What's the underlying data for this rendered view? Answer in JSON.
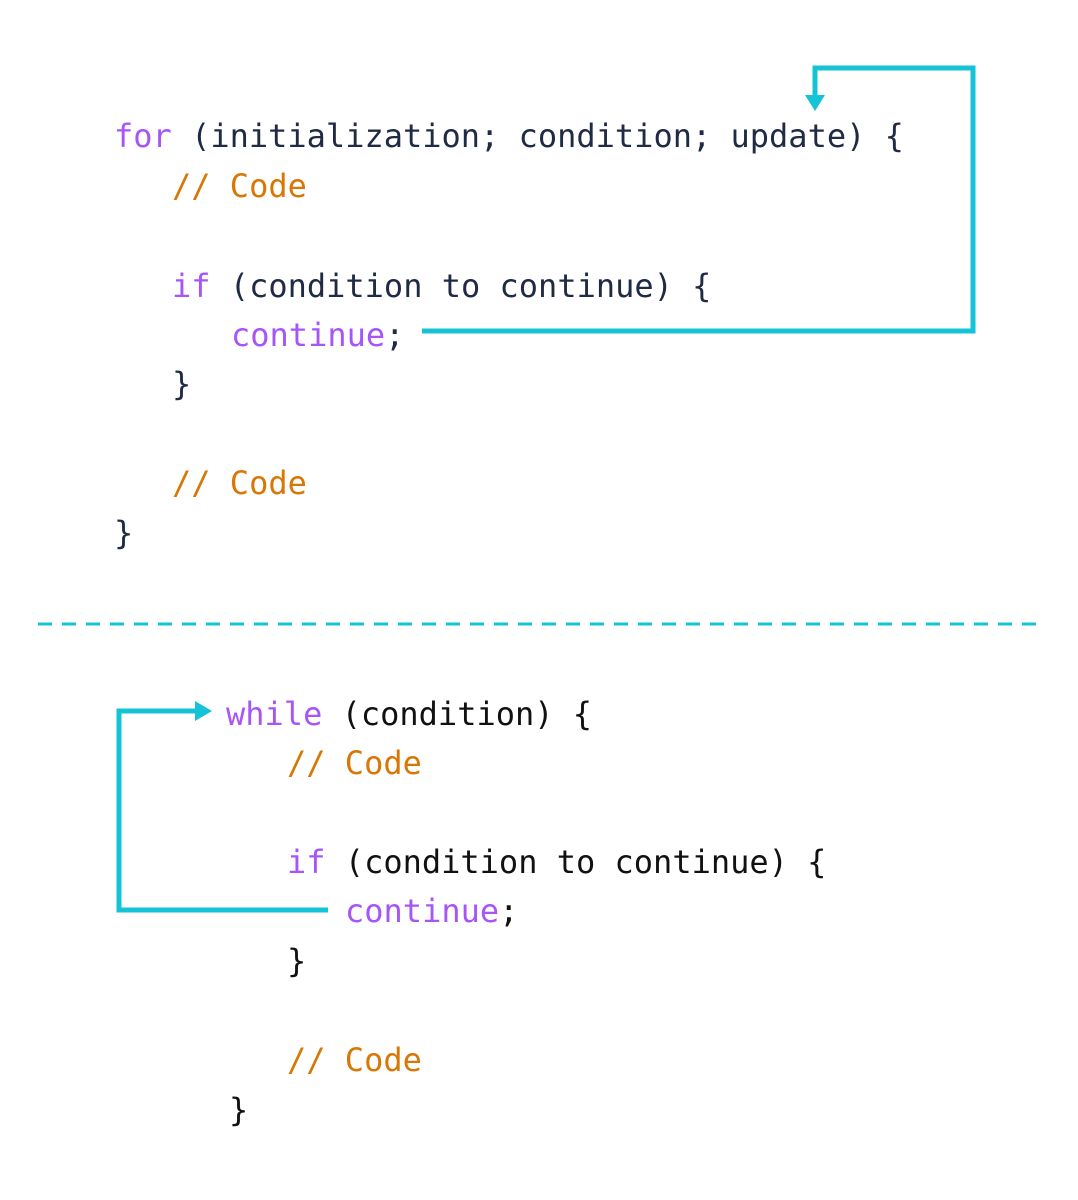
{
  "colors": {
    "keyword": "#a855f7",
    "comment": "#d97706",
    "code_for": "#1f2a44",
    "code_while": "#111111",
    "arrow": "#14c3d6",
    "divider": "#14c3d6"
  },
  "for_block": {
    "line1": {
      "keyword": "for",
      "rest": " (initialization; condition; update) {"
    },
    "line2": {
      "comment": "// Code"
    },
    "line3": {
      "keyword": "if",
      "rest": " (condition to continue) {"
    },
    "line4": {
      "keyword": "continue",
      "rest": ";"
    },
    "line5": {
      "brace": "}"
    },
    "line6": {
      "comment": "// Code"
    },
    "line7": {
      "brace": "}"
    }
  },
  "while_block": {
    "line1": {
      "keyword": "while",
      "rest": " (condition) {"
    },
    "line2": {
      "comment": "// Code"
    },
    "line3": {
      "keyword": "if",
      "rest": " (condition to continue) {"
    },
    "line4": {
      "keyword": "continue",
      "rest": ";"
    },
    "line5": {
      "brace": "}"
    },
    "line6": {
      "comment": "// Code"
    },
    "line7": {
      "brace": "}"
    }
  }
}
